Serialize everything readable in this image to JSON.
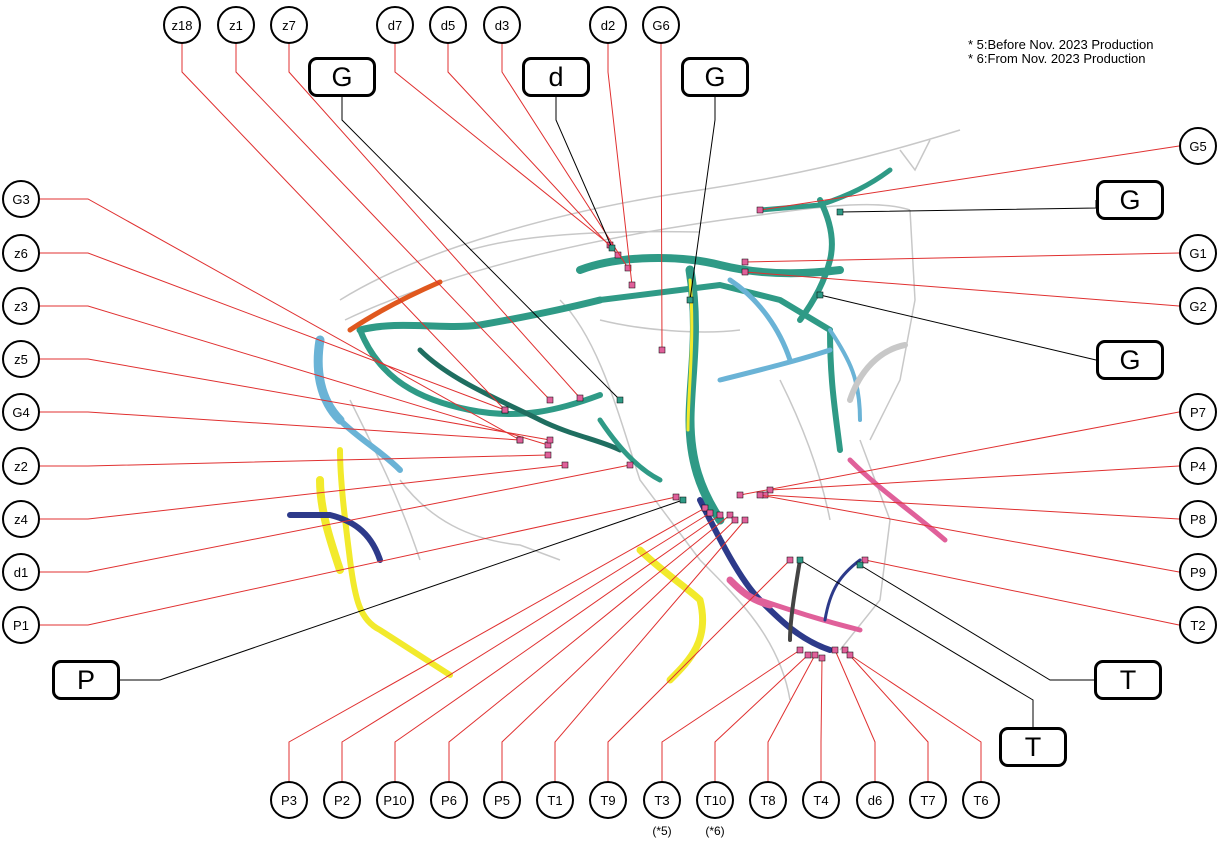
{
  "notes": [
    "* 5:Before Nov. 2023 Production",
    "* 6:From Nov. 2023 Production"
  ],
  "colors": {
    "harness": "#2f9a86",
    "harness_dark": "#1f6e60",
    "yellow": "#f2ea2c",
    "blue": "#6ab3d6",
    "navy": "#2d3a8a",
    "pink": "#e0609a",
    "orange": "#e0581e",
    "leader_red": "#e03030",
    "leader_black": "#000000",
    "outline": "#c8c8c8"
  },
  "callouts": {
    "top": [
      "z18",
      "z1",
      "z7",
      "d7",
      "d5",
      "d3",
      "d2",
      "G6"
    ],
    "left": [
      "G3",
      "z6",
      "z3",
      "z5",
      "G4",
      "z2",
      "z4",
      "d1",
      "P1"
    ],
    "right": [
      "G5",
      "G1",
      "G2",
      "P7",
      "P4",
      "P8",
      "P9",
      "T2"
    ],
    "bottom": [
      "P3",
      "P2",
      "P10",
      "P6",
      "P5",
      "T1",
      "T9",
      "T3",
      "T10",
      "T8",
      "T4",
      "d6",
      "T7",
      "T6"
    ]
  },
  "bottom_subnotes": {
    "T3": "(*5)",
    "T10": "(*6)"
  },
  "groups": [
    "G",
    "d",
    "G",
    "G",
    "G",
    "P",
    "T",
    "T"
  ]
}
